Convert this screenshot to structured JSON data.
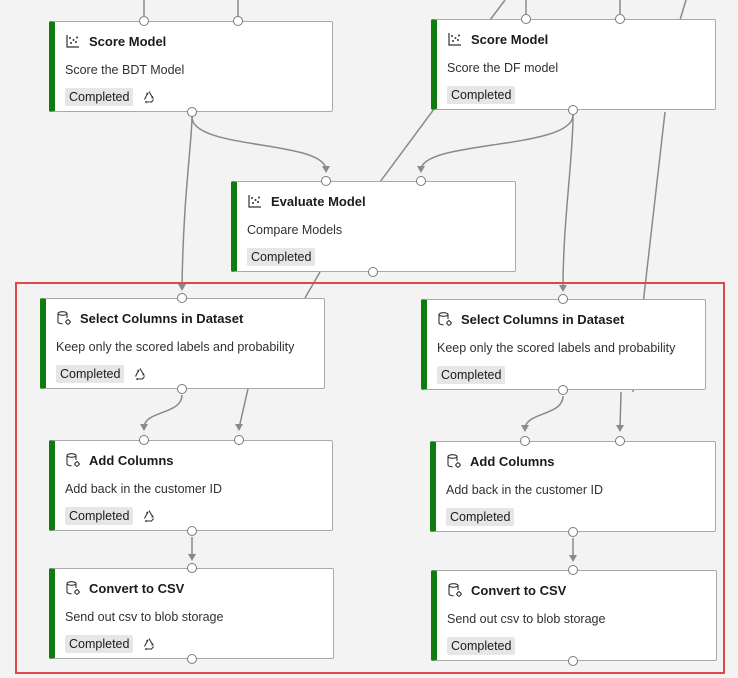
{
  "nodes": {
    "score_bdt": {
      "title": "Score Model",
      "description": "Score the BDT Model",
      "status": "Completed",
      "icon": "scatter-chart-icon",
      "reuse_icon": "recycle-icon"
    },
    "score_df": {
      "title": "Score Model",
      "description": "Score the DF model",
      "status": "Completed",
      "icon": "scatter-chart-icon"
    },
    "evaluate": {
      "title": "Evaluate Model",
      "description": "Compare Models",
      "status": "Completed",
      "icon": "scatter-chart-icon"
    },
    "select_left": {
      "title": "Select Columns in Dataset",
      "description": "Keep only the scored labels and probability",
      "status": "Completed",
      "icon": "database-gear-icon",
      "reuse_icon": "recycle-icon"
    },
    "select_right": {
      "title": "Select Columns in Dataset",
      "description": "Keep only the scored labels and probability",
      "status": "Completed",
      "icon": "database-gear-icon"
    },
    "add_left": {
      "title": "Add Columns",
      "description": "Add back in the customer ID",
      "status": "Completed",
      "icon": "database-gear-icon",
      "reuse_icon": "recycle-icon"
    },
    "add_right": {
      "title": "Add Columns",
      "description": "Add back in the customer ID",
      "status": "Completed",
      "icon": "database-gear-icon"
    },
    "csv_left": {
      "title": "Convert to CSV",
      "description": "Send out csv to blob storage",
      "status": "Completed",
      "icon": "database-gear-icon",
      "reuse_icon": "recycle-icon"
    },
    "csv_right": {
      "title": "Convert to CSV",
      "description": "Send out csv to blob storage",
      "status": "Completed",
      "icon": "database-gear-icon"
    }
  },
  "colors": {
    "node_accent": "#107c10",
    "selection_border": "#e04848",
    "wire": "#8a8a8a",
    "canvas_background": "#f3f3f3"
  }
}
